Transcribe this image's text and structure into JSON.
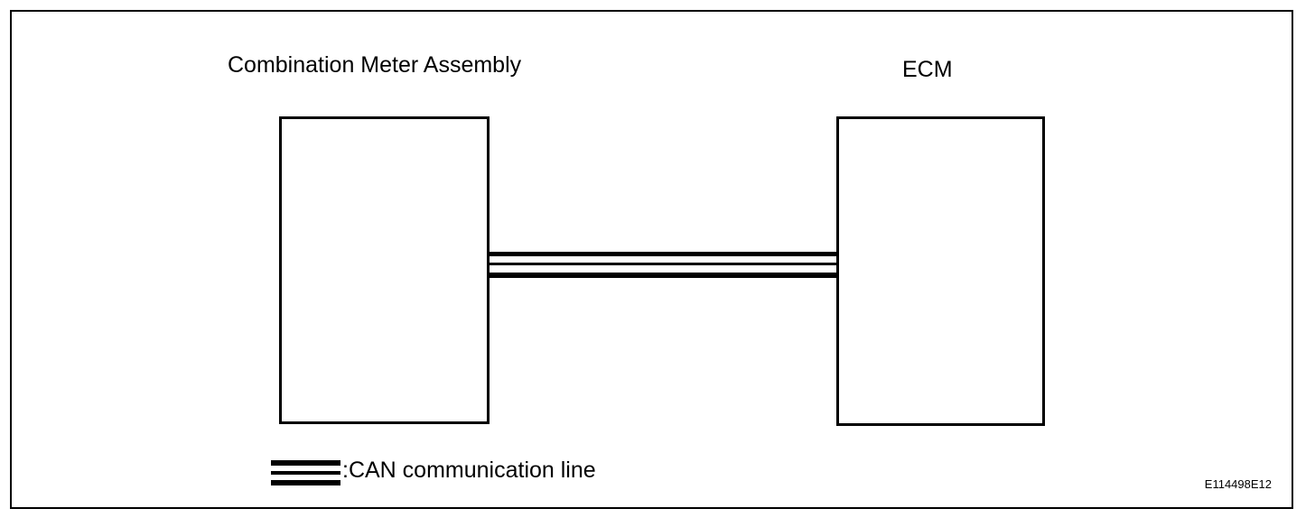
{
  "diagram": {
    "type": "system-connection-diagram",
    "nodes": [
      {
        "id": "combination-meter",
        "label": "Combination Meter Assembly"
      },
      {
        "id": "ecm",
        "label": "ECM"
      }
    ],
    "connections": [
      {
        "from": "combination-meter",
        "to": "ecm",
        "type": "CAN communication line",
        "style": "triple-line"
      }
    ],
    "legend": {
      "symbol": "can-bus-symbol",
      "text": ":CAN communication line"
    },
    "figure_code": "E114498E12",
    "colors": {
      "stroke": "#000000",
      "background": "#ffffff"
    }
  }
}
